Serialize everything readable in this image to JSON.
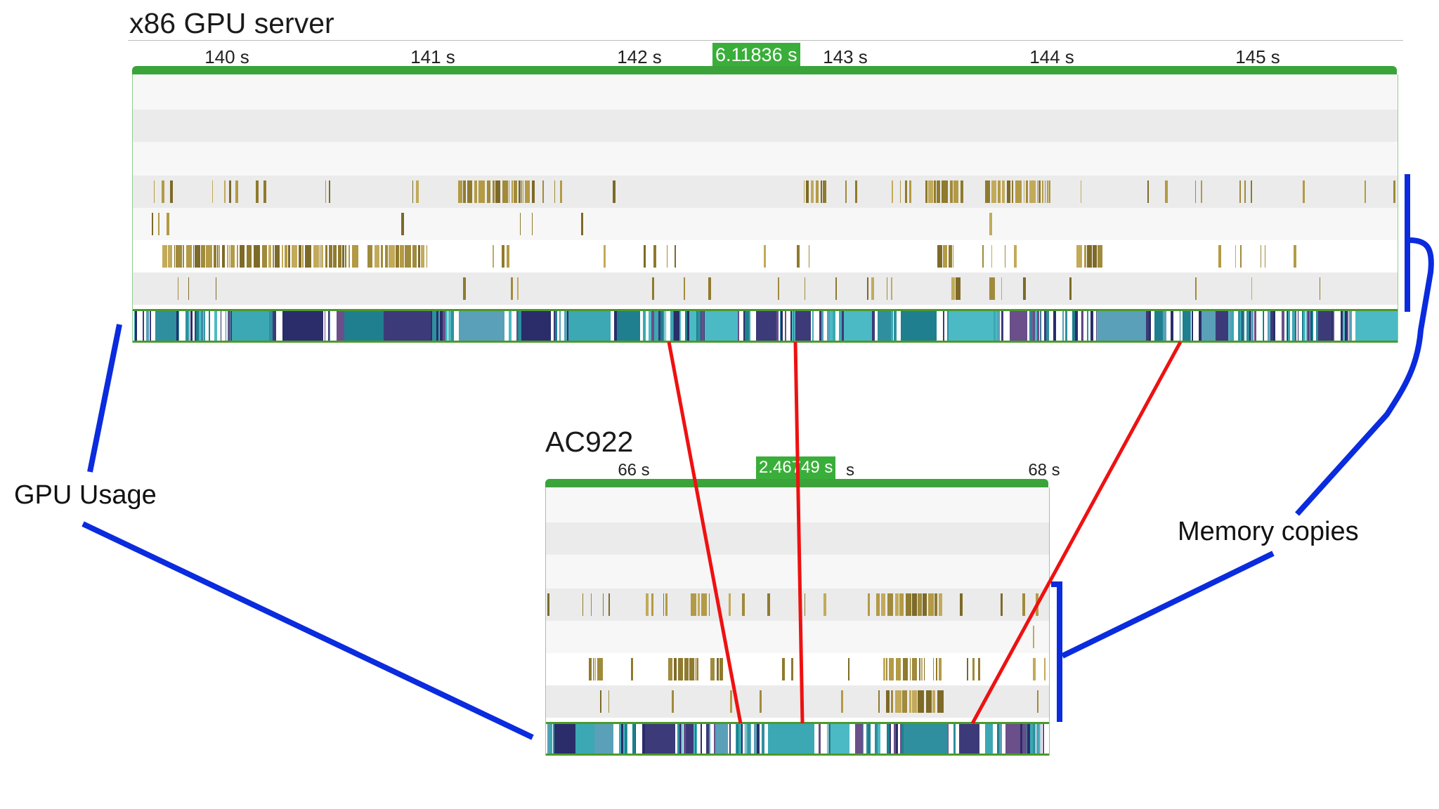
{
  "top_timeline": {
    "title": "x86 GPU server",
    "ticks": [
      "140 s",
      "141 s",
      "142 s",
      "143 s",
      "144 s",
      "145 s"
    ],
    "cursor_label": "6.11836 s"
  },
  "bottom_timeline": {
    "title": "AC922",
    "ticks": [
      "66 s",
      "68 s"
    ],
    "cursor_label": "2.46749 s",
    "cursor_suffix": "s"
  },
  "annotations": {
    "gpu_usage": "GPU Usage",
    "memory_copies": "Memory copies"
  },
  "colors": {
    "range_bar": "#3aa43a",
    "memcpy": "#a08a3c",
    "gpu_teal": "#3ba8b4",
    "gpu_purple": "#3d3a7a",
    "bracket": "#0a2bde",
    "correlation": "#ee1111"
  },
  "tracks": {
    "top": {
      "rows": 7,
      "gpu_row": "gpu-usage-track"
    },
    "bottom": {
      "rows": 7,
      "gpu_row": "gpu-usage-track"
    }
  }
}
